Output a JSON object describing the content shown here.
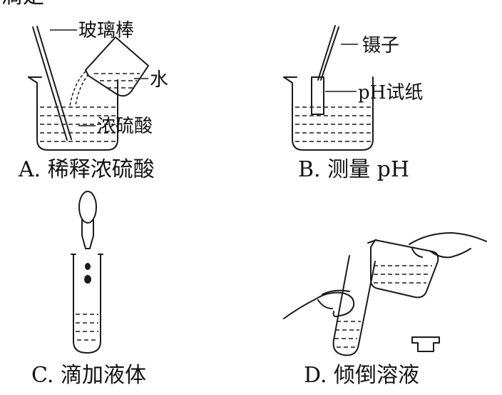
{
  "header_fragment": "滴是",
  "panels": {
    "a": {
      "caption": "A. 稀释浓硫酸",
      "labels": {
        "rod": "玻璃棒",
        "water": "水",
        "acid": "浓硫酸"
      }
    },
    "b": {
      "caption": "B. 测量 pH",
      "labels": {
        "tweezers": "镊子",
        "paper": "pH试纸"
      }
    },
    "c": {
      "caption": "C. 滴加液体"
    },
    "d": {
      "caption": "D. 倾倒溶液"
    }
  }
}
